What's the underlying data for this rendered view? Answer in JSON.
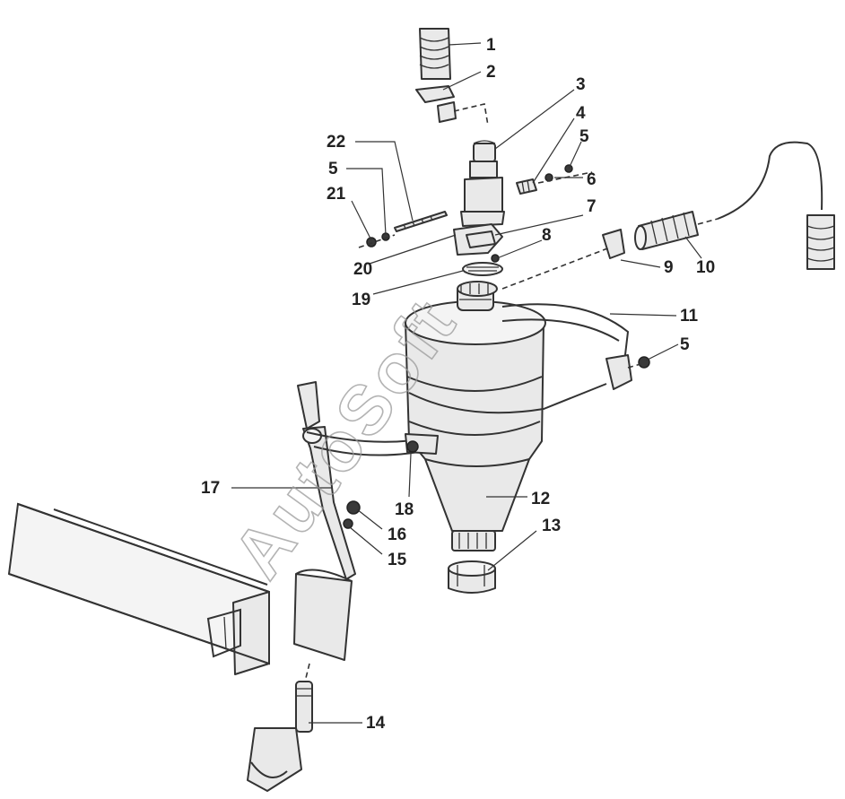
{
  "watermark": "AutoSoft",
  "callouts": [
    {
      "id": "c1",
      "label": "1"
    },
    {
      "id": "c2",
      "label": "2"
    },
    {
      "id": "c3",
      "label": "3"
    },
    {
      "id": "c4",
      "label": "4"
    },
    {
      "id": "c5a",
      "label": "5"
    },
    {
      "id": "c6",
      "label": "6"
    },
    {
      "id": "c22",
      "label": "22"
    },
    {
      "id": "c5b",
      "label": "5"
    },
    {
      "id": "c21",
      "label": "21"
    },
    {
      "id": "c7",
      "label": "7"
    },
    {
      "id": "c8",
      "label": "8"
    },
    {
      "id": "c9",
      "label": "9"
    },
    {
      "id": "c10",
      "label": "10"
    },
    {
      "id": "c20",
      "label": "20"
    },
    {
      "id": "c19",
      "label": "19"
    },
    {
      "id": "c11",
      "label": "11"
    },
    {
      "id": "c5c",
      "label": "5"
    },
    {
      "id": "c17",
      "label": "17"
    },
    {
      "id": "c18",
      "label": "18"
    },
    {
      "id": "c16",
      "label": "16"
    },
    {
      "id": "c15",
      "label": "15"
    },
    {
      "id": "c12",
      "label": "12"
    },
    {
      "id": "c13",
      "label": "13"
    },
    {
      "id": "c14",
      "label": "14"
    }
  ]
}
